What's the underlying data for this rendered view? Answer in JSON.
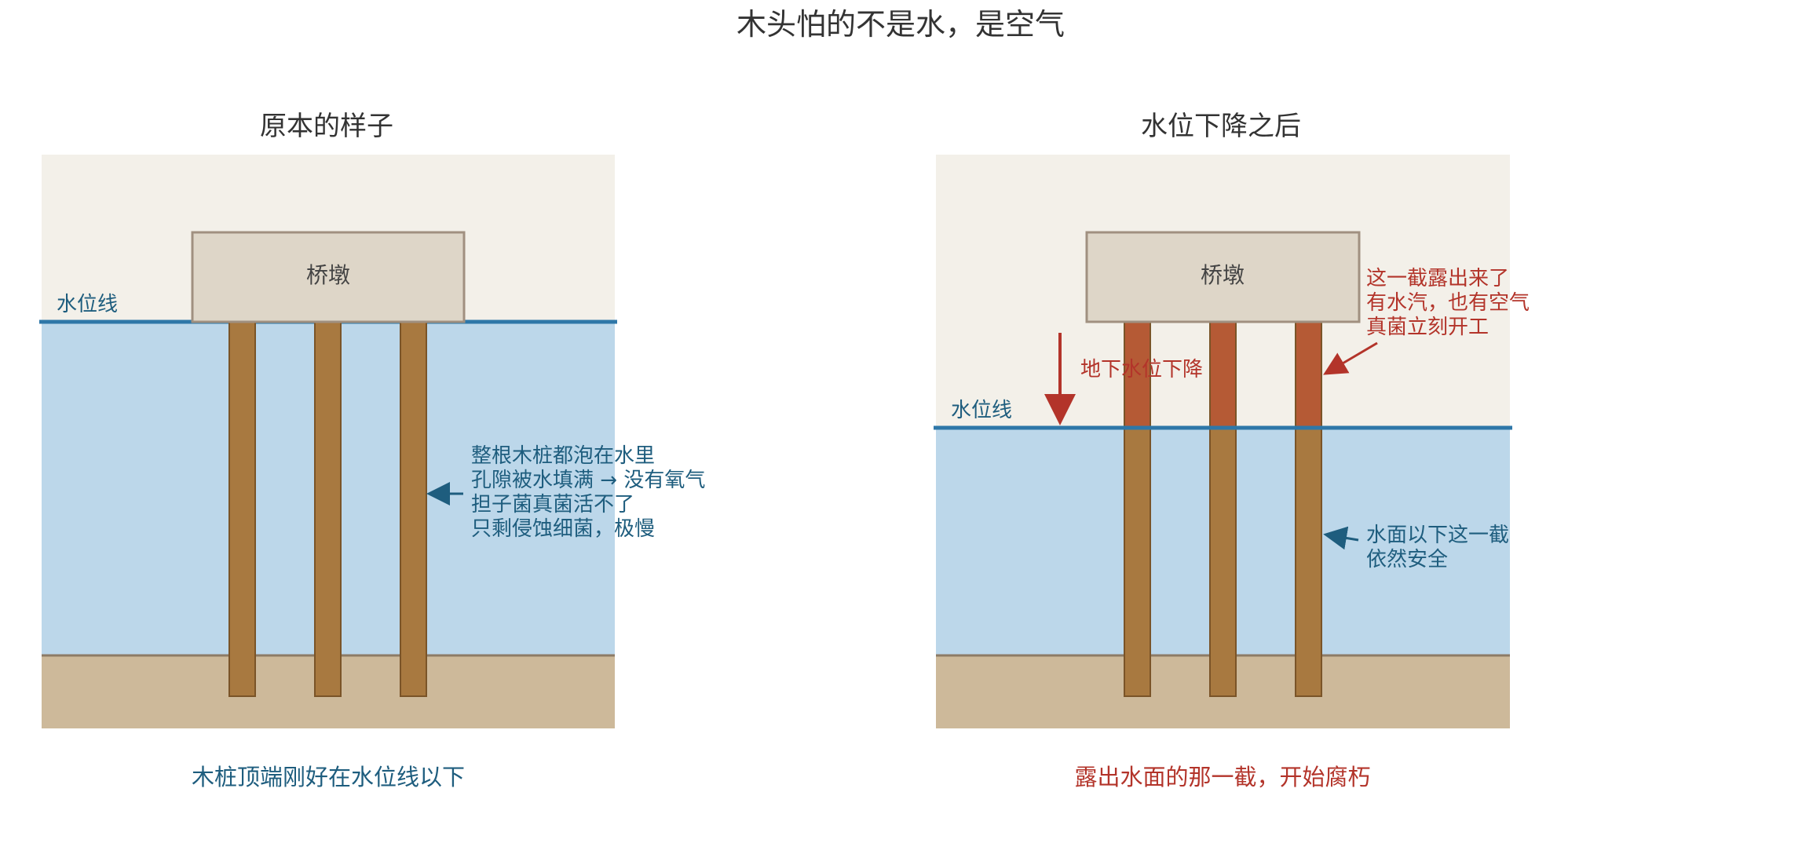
{
  "title": "木头怕的不是水，是空气",
  "colors": {
    "sky": "#f3f0e9",
    "water": "#bcd7ea",
    "water_line": "#2e77a8",
    "soil": "#cdb99a",
    "soil_line": "#8d7b66",
    "pier_fill": "#ded6c8",
    "pier_stroke": "#a09080",
    "pile_fill": "#a87940",
    "pile_stroke": "#7a5428",
    "pile_rotting": "#b55a35",
    "blue_text": "#1e5d7e",
    "red_text": "#b3342a",
    "dark_text": "#333333"
  },
  "left_panel": {
    "title": "原本的样子",
    "pier_label": "桥墩",
    "water_line_label": "水位线",
    "note_lines": [
      "整根木桩都泡在水里",
      "孔隙被水填满 → 没有氧气",
      "担子菌真菌活不了",
      "只剩侵蚀细菌，极慢"
    ],
    "caption": "木桩顶端刚好在水位线以下"
  },
  "right_panel": {
    "title": "水位下降之后",
    "pier_label": "桥墩",
    "water_line_label": "水位线",
    "drop_label": "地下水位下降",
    "exposed_note_lines": [
      "这一截露出来了",
      "有水汽，也有空气",
      "真菌立刻开工"
    ],
    "safe_note_lines": [
      "水面以下这一截",
      "依然安全"
    ],
    "caption": "露出水面的那一截，开始腐朽"
  }
}
